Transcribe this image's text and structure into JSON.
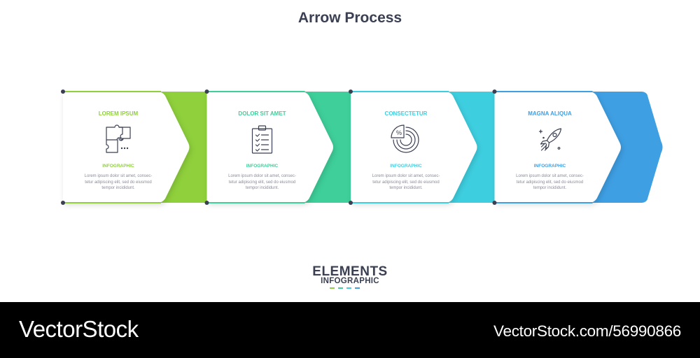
{
  "title": "Arrow Process",
  "steps": [
    {
      "title": "LOREM IPSUM",
      "subtitle": "INFOGRAPHIC",
      "body": [
        "Lorem ipsum dolor sit amet, consec-",
        "tetur adipiscing elit, sed do eiusmod",
        "tempor incididunt."
      ],
      "icon": "puzzle-icon",
      "color": "#8fd03c",
      "dark": "#7fc22e"
    },
    {
      "title": "DOLOR SIT AMET",
      "subtitle": "INFOGRAPHIC",
      "body": [
        "Lorem ipsum dolor sit amet, consec-",
        "tetur adipiscing elit, sed do eiusmod",
        "tempor incididunt."
      ],
      "icon": "clipboard-checklist-icon",
      "color": "#3ecf9a",
      "dark": "#33c08d"
    },
    {
      "title": "CONSECTETUR",
      "subtitle": "INFOGRAPHIC",
      "body": [
        "Lorem ipsum dolor sit amet, consec-",
        "tetur adipiscing elit, sed do eiusmod",
        "tempor incididunt."
      ],
      "icon": "percent-chart-icon",
      "color": "#3dcfe0",
      "dark": "#35c2d6"
    },
    {
      "title": "MAGNA ALIQUA",
      "subtitle": "INFOGRAPHIC",
      "body": [
        "Lorem ipsum dolor sit amet, consec-",
        "tetur adipiscing elit, sed do eiusmod",
        "tempor incididunt."
      ],
      "icon": "rocket-icon",
      "color": "#3e9fe3",
      "dark": "#348fd6"
    }
  ],
  "logo": {
    "main": "ELEMENTS",
    "sub": "INFOGRAPHIC",
    "dash_colors": [
      "#8fd03c",
      "#3ecf9a",
      "#3dcfe0",
      "#3e9fe3"
    ]
  },
  "footer": {
    "brand": "VectorStock",
    "url": "VectorStock.com/56990866"
  }
}
